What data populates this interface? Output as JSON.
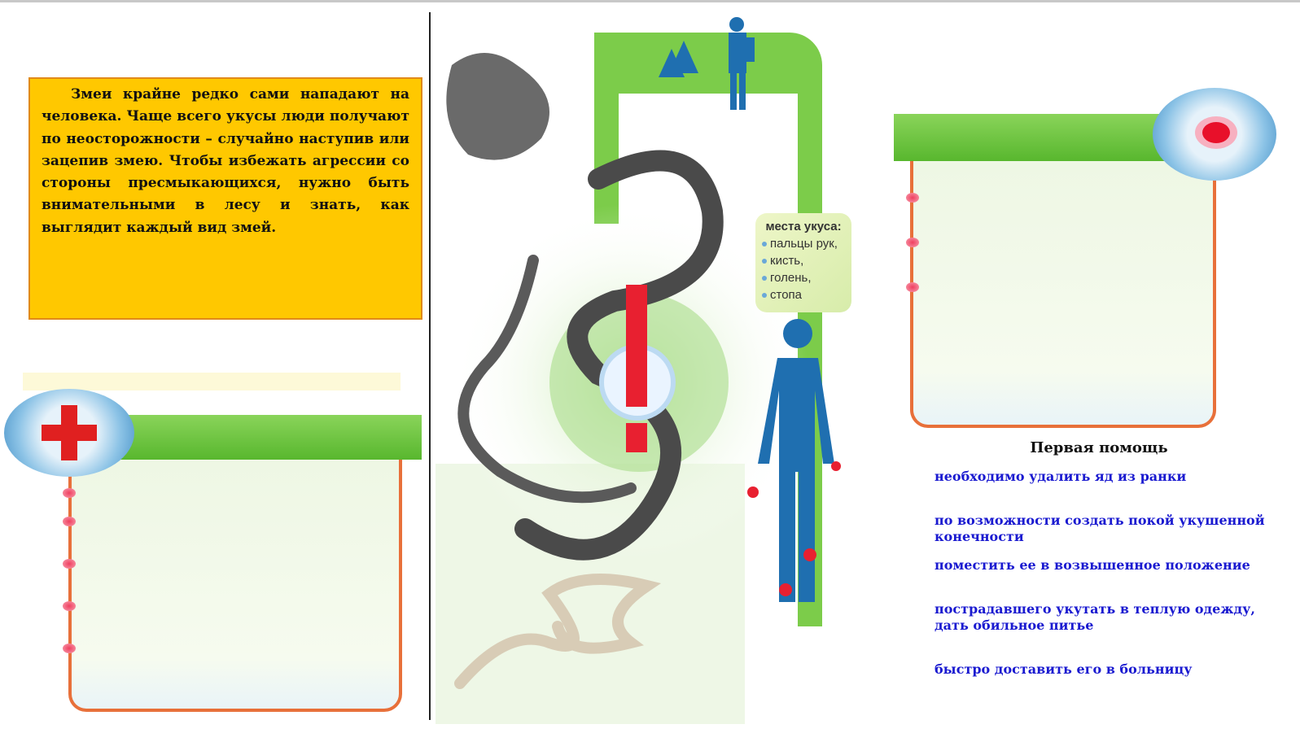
{
  "intro_text": "Змеи крайне редко сами нападают на человека. Чаще всего укусы люди получают по неосторожности – случайно наступив или зацепив змею. Чтобы избежать агрессии со стороны пресмыкающихся, нужно быть внимательными в лесу и знать, как выглядит каждый вид змей.",
  "bite_places": {
    "title": "места укуса:",
    "items": [
      "пальцы рук,",
      "кисть,",
      "голень,",
      "стопа"
    ]
  },
  "first_aid": {
    "title": "Первая помощь",
    "items": [
      "необходимо удалить яд из ранки",
      "по возможности создать покой укушенной конечности",
      "поместить ее в возвышенное положение",
      "пострадавшего укутать в теплую одежду, дать обильное питье",
      "быстро доставить его в больницу"
    ]
  },
  "colors": {
    "yellow": "#ffc800",
    "green": "#6cc43c",
    "orange": "#e8703a",
    "blue_text": "#1a1ad0",
    "figure": "#1f6fb0"
  }
}
